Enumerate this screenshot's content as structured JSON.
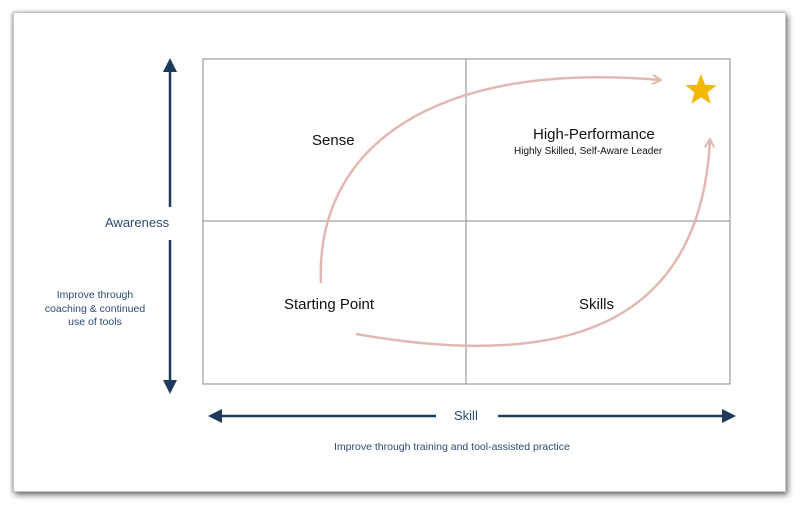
{
  "quadrants": {
    "top_left": {
      "title": "Sense"
    },
    "top_right": {
      "title": "High-Performance",
      "subtitle": "Highly Skilled, Self-Aware Leader"
    },
    "bottom_left": {
      "title": "Starting Point"
    },
    "bottom_right": {
      "title": "Skills"
    }
  },
  "y_axis": {
    "label": "Awareness",
    "note": [
      "Improve through",
      "coaching & continued",
      "use of tools"
    ]
  },
  "x_axis": {
    "label": "Skill",
    "note": "Improve through training and tool-assisted practice"
  },
  "colors": {
    "axis": "#1f3b5c",
    "grid": "#8a8a8a",
    "path_arrow": "#e2b8b2",
    "star": "#f5b800"
  },
  "icons": {
    "goal": "star-icon"
  }
}
